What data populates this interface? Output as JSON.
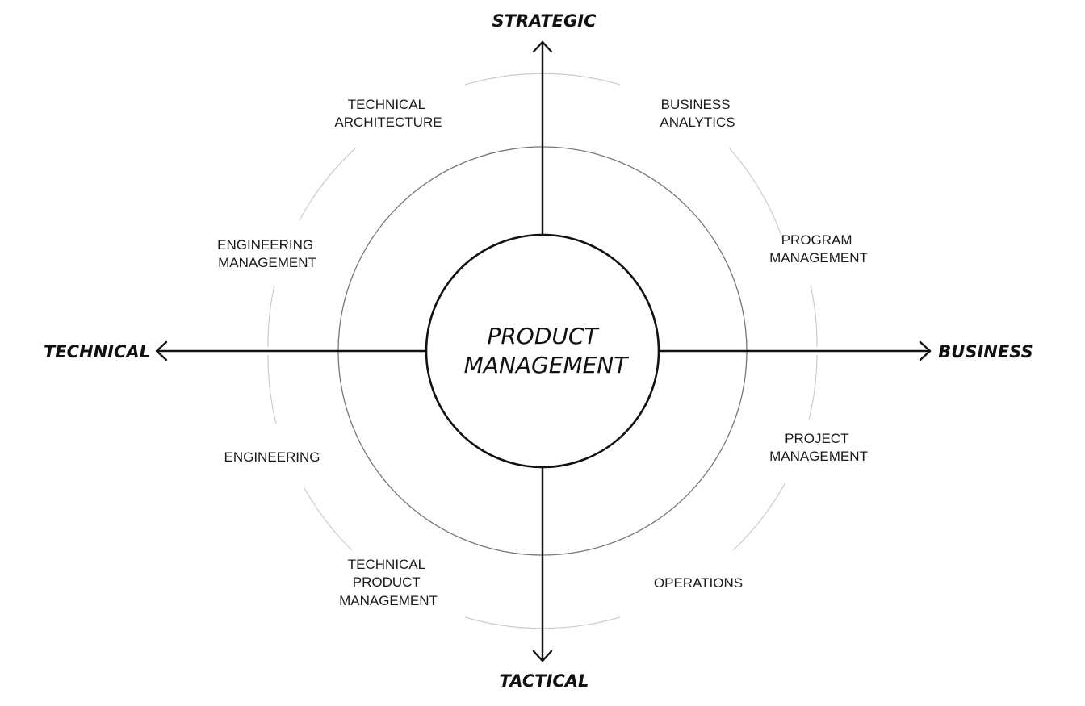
{
  "axes": {
    "top": "STRATEGIC",
    "bottom": "TACTICAL",
    "left": "TECHNICAL",
    "right": "BUSINESS"
  },
  "center": {
    "line1": "PRODUCT",
    "line2": "MANAGEMENT"
  },
  "roles": {
    "technical_architecture": [
      "TECHNICAL",
      "ARCHITECTURE"
    ],
    "business_analytics": [
      "BUSINESS",
      "ANALYTICS"
    ],
    "engineering_management": [
      "ENGINEERING",
      "MANAGEMENT"
    ],
    "program_management": [
      "PROGRAM",
      "MANAGEMENT"
    ],
    "engineering": [
      "ENGINEERING"
    ],
    "project_management": [
      "PROJECT",
      "MANAGEMENT"
    ],
    "technical_product_management": [
      "TECHNICAL",
      "PRODUCT",
      "MANAGEMENT"
    ],
    "operations": [
      "OPERATIONS"
    ]
  },
  "colors": {
    "ink": "#111111",
    "middle_ring": "#777777",
    "outer_ring": "#cccccc"
  }
}
